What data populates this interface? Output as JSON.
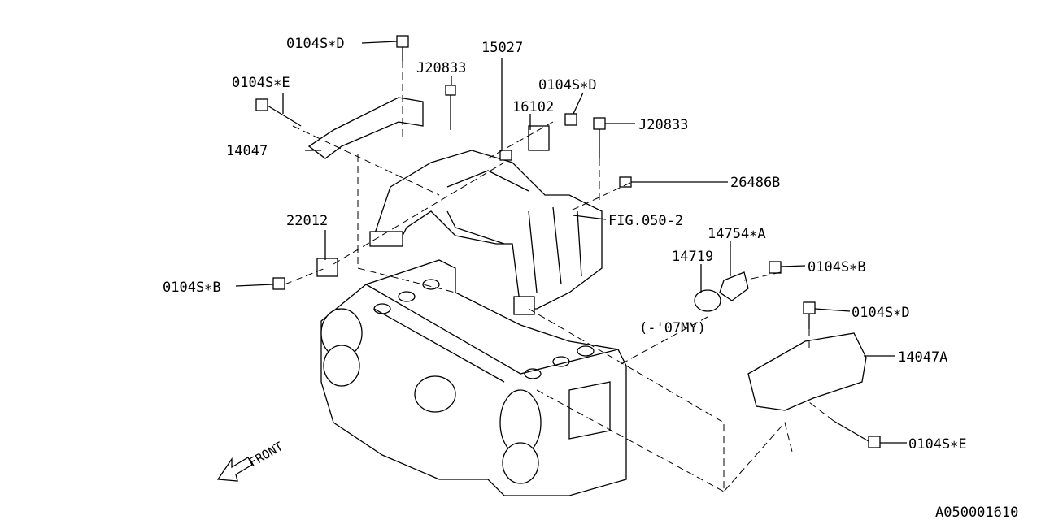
{
  "diagram_id": "A050001610",
  "front_label": "FRONT",
  "parts": {
    "bolt_top_d": "0104S∗D",
    "part_15027": "15027",
    "stud_j20833_left": "J20833",
    "bolt_e_left": "0104S∗E",
    "bolt_d_mid": "0104S∗D",
    "part_16102": "16102",
    "stud_j20833_right": "J20833",
    "cover_14047": "14047",
    "part_26486b": "26486B",
    "fig_ref": "FIG.050-2",
    "part_22012": "22012",
    "bolt_b_left": "0104S∗B",
    "part_14754a": "14754∗A",
    "gasket_14719": "14719",
    "bolt_b_right": "0104S∗B",
    "model_year_note": "(-'07MY)",
    "bolt_d_right": "0104S∗D",
    "cover_14047a": "14047A",
    "bolt_e_right": "0104S∗E"
  }
}
